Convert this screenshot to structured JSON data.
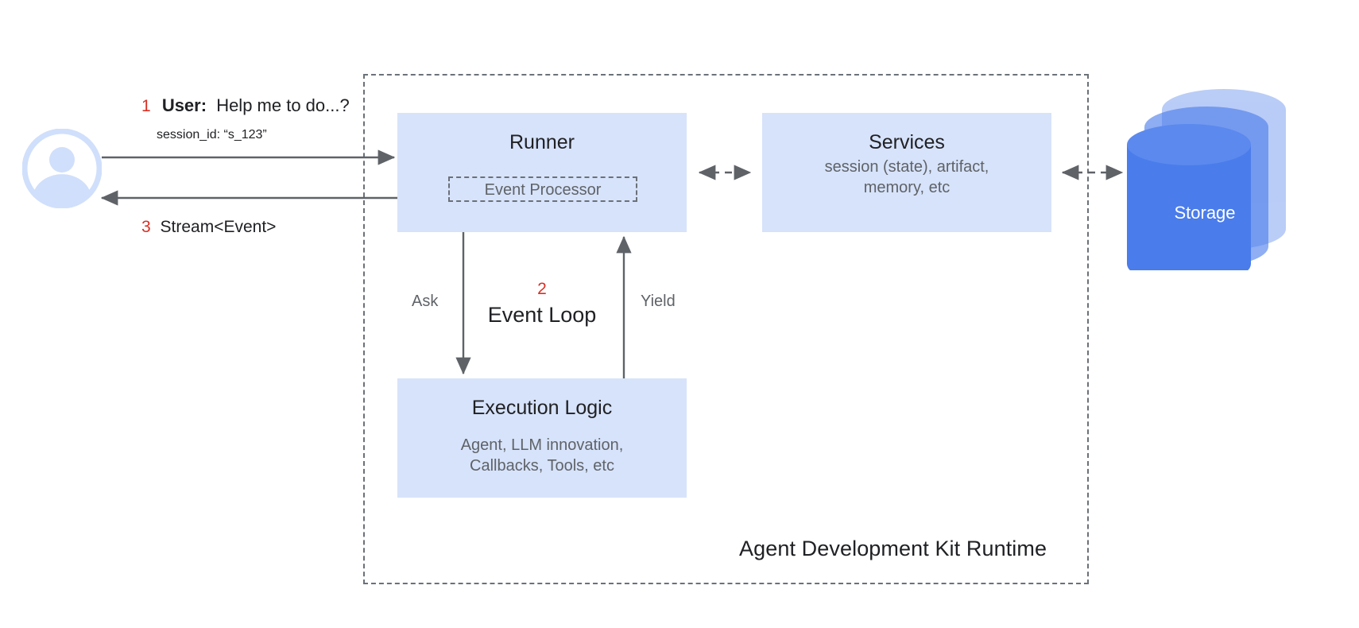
{
  "diagram": {
    "title": "Agent Development Kit Runtime",
    "colors": {
      "box_fill": "#d7e3fa",
      "accent_red": "#d93025",
      "storage_blue": "#4a7ceb",
      "text_primary": "#202124",
      "text_secondary": "#5f6368",
      "dashed_border": "#6b7179",
      "arrow": "#5f6368"
    },
    "actor": {
      "name": "user-avatar",
      "icon": "person-circle-icon"
    },
    "messages": {
      "request_step": "1",
      "request_label": "User:",
      "request_text": "Help me to do...?",
      "request_meta": "session_id: “s_123”",
      "response_step": "3",
      "response_text": "Stream<Event>"
    },
    "runner": {
      "title": "Runner",
      "inner_label": "Event Processor"
    },
    "services": {
      "title": "Services",
      "subtitle": "session (state), artifact,\nmemory, etc"
    },
    "execution": {
      "title": "Execution Logic",
      "subtitle": "Agent, LLM innovation,\nCallbacks, Tools, etc"
    },
    "event_loop": {
      "step": "2",
      "title": "Event Loop",
      "ask_label": "Ask",
      "yield_label": "Yield"
    },
    "storage": {
      "label": "Storage",
      "icon": "database-stack-icon"
    }
  }
}
